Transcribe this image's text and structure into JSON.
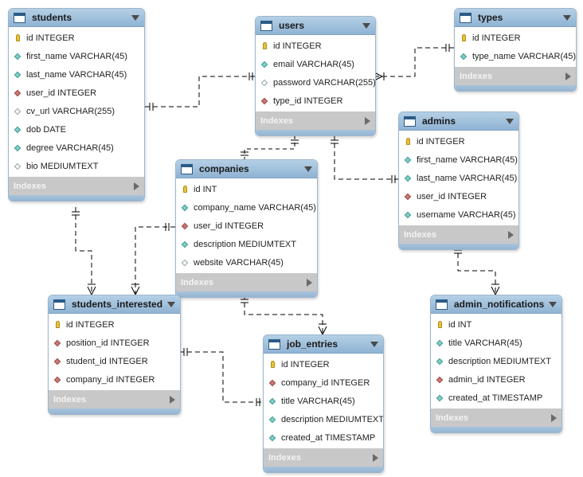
{
  "colors": {
    "header": "#9fbfdc",
    "indexes_bar": "#c8c8c8",
    "primary_key": "#e8c23c",
    "foreign_key": "#c97a74",
    "not_null_column": "#7fd1c8",
    "nullable_column": "#ffffff",
    "connector": "#000000"
  },
  "tables": {
    "students": {
      "title": "students",
      "indexes_label": "Indexes",
      "columns": [
        {
          "text": "id INTEGER",
          "kind": "pk"
        },
        {
          "text": "first_name VARCHAR(45)",
          "kind": "nn"
        },
        {
          "text": "last_name VARCHAR(45)",
          "kind": "nn"
        },
        {
          "text": "user_id INTEGER",
          "kind": "fk"
        },
        {
          "text": "cv_url VARCHAR(255)",
          "kind": "nullable"
        },
        {
          "text": "dob DATE",
          "kind": "nn"
        },
        {
          "text": "degree VARCHAR(45)",
          "kind": "nn"
        },
        {
          "text": "bio MEDIUMTEXT",
          "kind": "nullable"
        }
      ]
    },
    "users": {
      "title": "users",
      "indexes_label": "Indexes",
      "columns": [
        {
          "text": "id INTEGER",
          "kind": "pk"
        },
        {
          "text": "email VARCHAR(45)",
          "kind": "nn"
        },
        {
          "text": "password VARCHAR(255)",
          "kind": "nullable"
        },
        {
          "text": "type_id INTEGER",
          "kind": "fk"
        }
      ]
    },
    "types": {
      "title": "types",
      "indexes_label": "Indexes",
      "columns": [
        {
          "text": "id INTEGER",
          "kind": "pk"
        },
        {
          "text": "type_name VARCHAR(45)",
          "kind": "nn"
        }
      ]
    },
    "admins": {
      "title": "admins",
      "indexes_label": "Indexes",
      "columns": [
        {
          "text": "id INTEGER",
          "kind": "pk"
        },
        {
          "text": "first_name VARCHAR(45)",
          "kind": "nn"
        },
        {
          "text": "last_name VARCHAR(45)",
          "kind": "nn"
        },
        {
          "text": "user_id INTEGER",
          "kind": "fk"
        },
        {
          "text": "username VARCHAR(45)",
          "kind": "nn"
        }
      ]
    },
    "companies": {
      "title": "companies",
      "indexes_label": "Indexes",
      "columns": [
        {
          "text": "id INT",
          "kind": "pk"
        },
        {
          "text": "company_name VARCHAR(45)",
          "kind": "nn"
        },
        {
          "text": "user_id INTEGER",
          "kind": "fk"
        },
        {
          "text": "description MEDIUMTEXT",
          "kind": "nn"
        },
        {
          "text": "website VARCHAR(45)",
          "kind": "nullable"
        }
      ]
    },
    "students_interested": {
      "title": "students_interested",
      "indexes_label": "Indexes",
      "columns": [
        {
          "text": "id INTEGER",
          "kind": "pk"
        },
        {
          "text": "position_id INTEGER",
          "kind": "fk"
        },
        {
          "text": "student_id INTEGER",
          "kind": "fk"
        },
        {
          "text": "company_id INTEGER",
          "kind": "fk"
        }
      ]
    },
    "job_entries": {
      "title": "job_entries",
      "indexes_label": "Indexes",
      "columns": [
        {
          "text": "id INTEGER",
          "kind": "pk"
        },
        {
          "text": "company_id INTEGER",
          "kind": "fk"
        },
        {
          "text": "title VARCHAR(45)",
          "kind": "nn"
        },
        {
          "text": "description MEDIUMTEXT",
          "kind": "nn"
        },
        {
          "text": "created_at TIMESTAMP",
          "kind": "nn"
        }
      ]
    },
    "admin_notifications": {
      "title": "admin_notifications",
      "indexes_label": "Indexes",
      "columns": [
        {
          "text": "id INT",
          "kind": "pk"
        },
        {
          "text": "title VARCHAR(45)",
          "kind": "nn"
        },
        {
          "text": "description MEDIUMTEXT",
          "kind": "nn"
        },
        {
          "text": "admin_id INTEGER",
          "kind": "fk"
        },
        {
          "text": "created_at TIMESTAMP",
          "kind": "nn"
        }
      ]
    }
  },
  "relationships": [
    {
      "name": "students-users",
      "from": "users",
      "to": "students",
      "cardinality": "one-to-one"
    },
    {
      "name": "users-types",
      "from": "types",
      "to": "users",
      "cardinality": "one-to-many"
    },
    {
      "name": "users-companies",
      "from": "users",
      "to": "companies",
      "cardinality": "one-to-one"
    },
    {
      "name": "users-admins",
      "from": "users",
      "to": "admins",
      "cardinality": "one-to-one"
    },
    {
      "name": "students-students_interested",
      "from": "students",
      "to": "students_interested",
      "cardinality": "one-to-many"
    },
    {
      "name": "companies-students_interested",
      "from": "companies",
      "to": "students_interested",
      "cardinality": "one-to-many"
    },
    {
      "name": "companies-job_entries",
      "from": "companies",
      "to": "job_entries",
      "cardinality": "one-to-many"
    },
    {
      "name": "job_entries-students_interested",
      "from": "job_entries",
      "to": "students_interested",
      "cardinality": "one-to-one"
    },
    {
      "name": "admins-admin_notifications",
      "from": "admins",
      "to": "admin_notifications",
      "cardinality": "one-to-many"
    }
  ]
}
